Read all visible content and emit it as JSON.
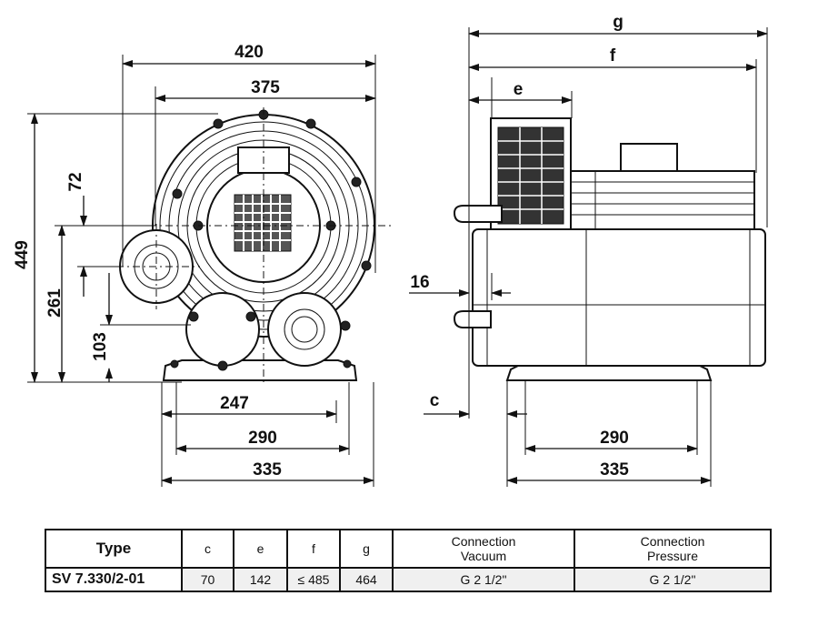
{
  "front_view": {
    "dims": {
      "w420": "420",
      "w375": "375",
      "h449": "449",
      "h72": "72",
      "h261": "261",
      "h103": "103",
      "w247": "247",
      "w290": "290",
      "w335": "335"
    }
  },
  "side_view": {
    "dims": {
      "g": "g",
      "f": "f",
      "e": "e",
      "d16": "16",
      "c": "c",
      "w290": "290",
      "w335": "335"
    }
  },
  "table": {
    "headers": {
      "type": "Type",
      "c": "c",
      "e": "e",
      "f": "f",
      "g": "g",
      "vacuum_line1": "Connection",
      "vacuum_line2": "Vacuum",
      "pressure_line1": "Connection",
      "pressure_line2": "Pressure"
    },
    "rows": [
      {
        "type": "SV 7.330/2-01",
        "c": "70",
        "e": "142",
        "f": "≤ 485",
        "g": "464",
        "vacuum": "G 2 1/2\"",
        "pressure": "G 2 1/2\""
      }
    ]
  }
}
